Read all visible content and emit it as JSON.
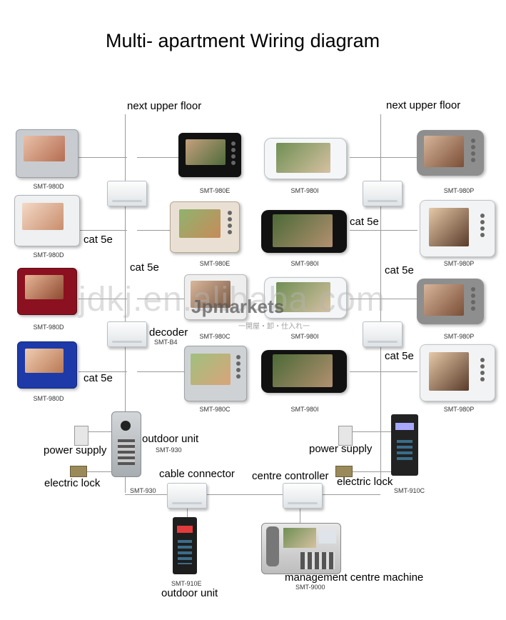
{
  "title": "Multi- apartment Wiring diagram",
  "labels": {
    "next_upper_floor_left": "next upper floor",
    "next_upper_floor_right": "next upper floor",
    "cat5e_1": "cat 5e",
    "cat5e_2": "cat 5e",
    "cat5e_3": "cat 5e",
    "cat5e_4": "cat 5e",
    "cat5e_5": "cat 5e",
    "cat5e_6": "cat 5e",
    "decoder": "decoder",
    "decoder_model": "SMT-B4",
    "outdoor_unit_top": "outdoor unit",
    "outdoor_unit_top_model": "SMT-930",
    "power_supply_left": "power supply",
    "electric_lock_left": "electric lock",
    "power_supply_right": "power supply",
    "electric_lock_right": "electric lock",
    "smt930_cable": "SMT-930",
    "cable_connector": "cable connector",
    "centre_controller": "centre controller",
    "smt910c": "SMT-910C",
    "smt910e": "SMT-910E",
    "outdoor_unit_bottom": "outdoor unit",
    "management_machine": "management centre machine",
    "smt9000": "SMT-9000"
  },
  "monitors": {
    "col1": [
      "SMT-980D",
      "SMT-980D",
      "SMT-980D",
      "SMT-980D"
    ],
    "col2": [
      "SMT-980E",
      "SMT-980E",
      "SMT-980C",
      "SMT-980C"
    ],
    "col3": [
      "SMT-980I",
      "SMT-980I",
      "SMT-980I",
      "SMT-980I"
    ],
    "col4": [
      "SMT-980P",
      "SMT-980P",
      "SMT-980P",
      "SMT-980P"
    ]
  },
  "watermark": {
    "text": "jdkj.en.alibaba.com",
    "brand": "Jpmarkets",
    "sub": "一開屋・卸・仕入れ一"
  },
  "colors": {
    "wire": "#9a9a9a",
    "frame_silver": "#c8ccd0",
    "frame_black": "#111111",
    "frame_red": "#8b1020",
    "frame_blue": "#1d3aa8"
  }
}
